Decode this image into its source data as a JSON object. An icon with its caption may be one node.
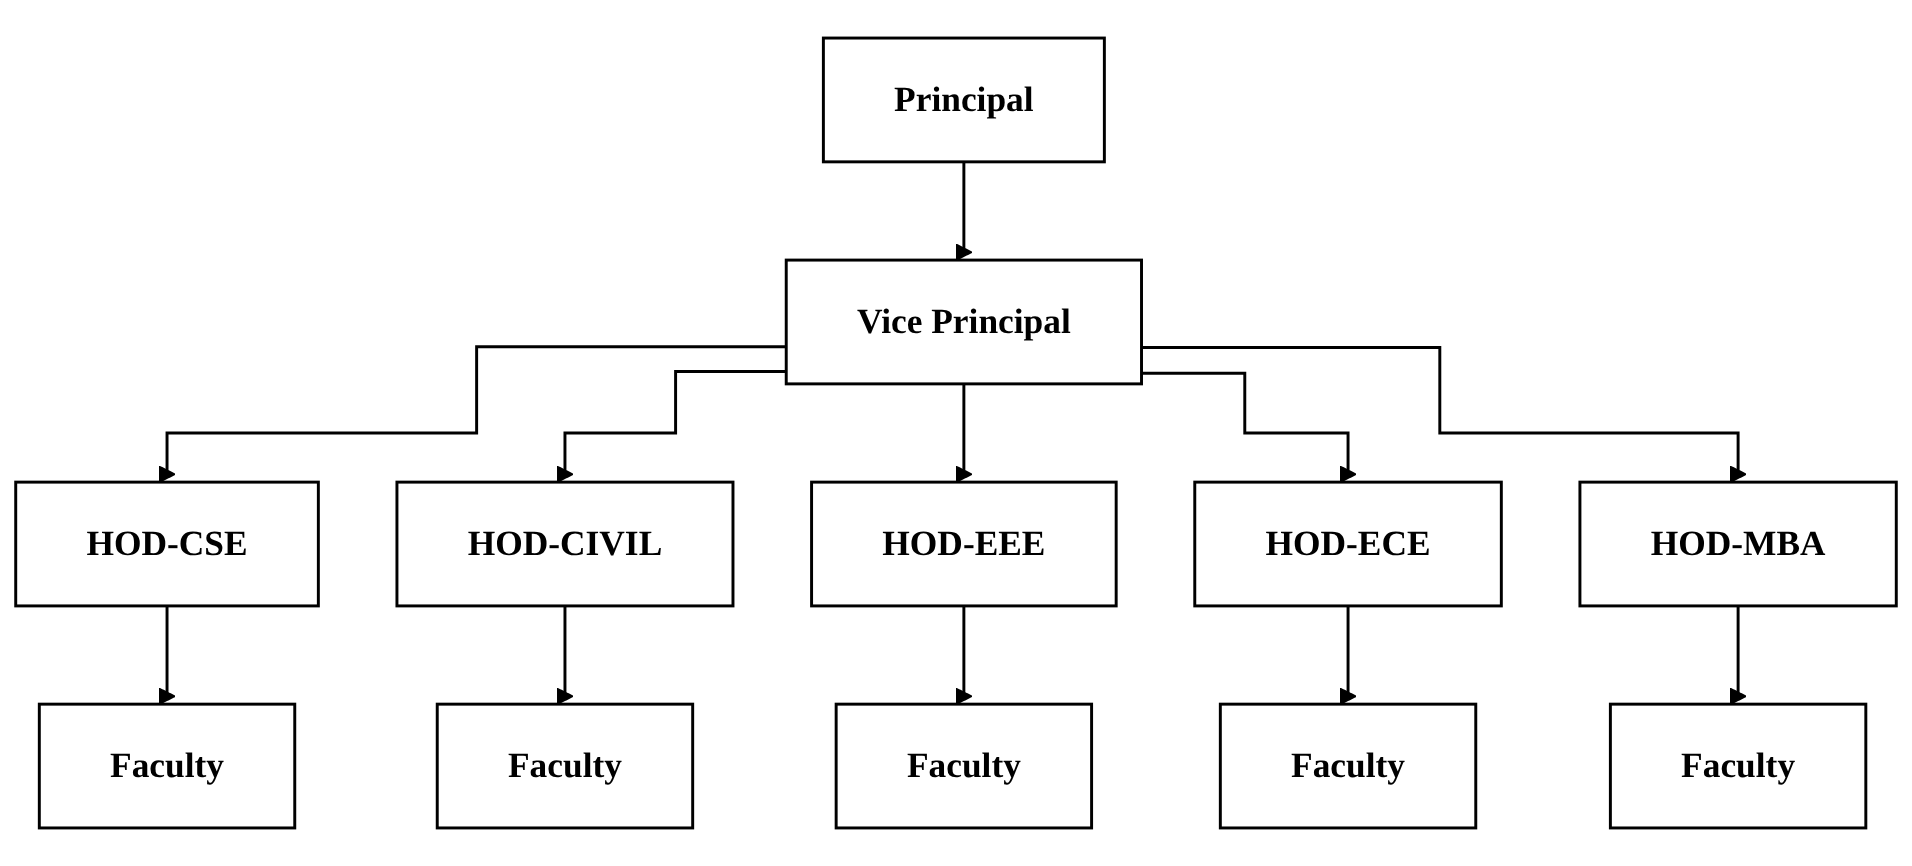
{
  "diagram": {
    "nodes": [
      {
        "text": [
          "Principal"
        ]
      },
      {
        "text": [
          "Vice Principal"
        ]
      },
      {
        "text": [
          "HOD-CSE"
        ]
      },
      {
        "text": [
          "HOD-CIVIL"
        ]
      },
      {
        "text": [
          "HOD-EEE"
        ]
      },
      {
        "text": [
          "HOD-ECE"
        ]
      },
      {
        "text": [
          "HOD-MBA"
        ]
      },
      {
        "text": [
          "Faculty"
        ]
      },
      {
        "text": [
          "Faculty"
        ]
      },
      {
        "text": [
          "Faculty"
        ]
      },
      {
        "text": [
          "Faculty"
        ]
      },
      {
        "text": [
          "Faculty"
        ]
      }
    ],
    "edges": [
      {
        "from": 0,
        "to": 1,
        "arrow": "to"
      },
      {
        "from": 1,
        "to": 2,
        "arrow": "to"
      },
      {
        "from": 1,
        "to": 3,
        "arrow": "to"
      },
      {
        "from": 1,
        "to": 4,
        "arrow": "to"
      },
      {
        "from": 1,
        "to": 5,
        "arrow": "to"
      },
      {
        "from": 1,
        "to": 6,
        "arrow": "to"
      },
      {
        "from": 2,
        "to": 7,
        "arrow": "to"
      },
      {
        "from": 3,
        "to": 8,
        "arrow": "to"
      },
      {
        "from": 4,
        "to": 9,
        "arrow": "to"
      },
      {
        "from": 5,
        "to": 10,
        "arrow": "to"
      },
      {
        "from": 6,
        "to": 11,
        "arrow": "to"
      }
    ]
  }
}
